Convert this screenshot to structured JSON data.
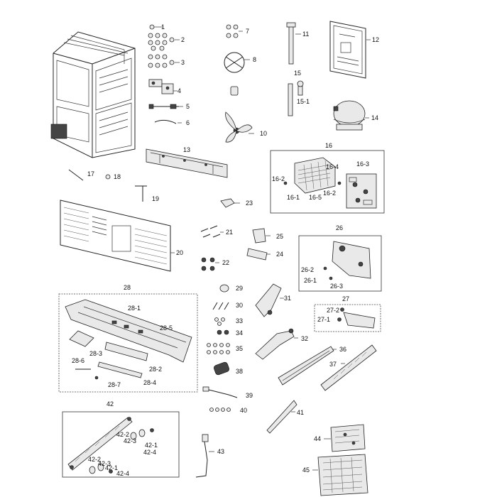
{
  "parts": {
    "p1": "1",
    "p2": "2",
    "p3": "3",
    "p4": "4",
    "p5": "5",
    "p6": "6",
    "p7": "7",
    "p8": "8",
    "p10": "10",
    "p11": "11",
    "p12": "12",
    "p13": "13",
    "p14": "14",
    "p15": "15",
    "p15_1": "15-1",
    "p16": "16",
    "p16_1": "16-1",
    "p16_2a": "16-2",
    "p16_2b": "16-2",
    "p16_3": "16-3",
    "p16_4": "16-4",
    "p16_5": "16-5",
    "p17": "17",
    "p18": "18",
    "p19": "19",
    "p20": "20",
    "p21": "21",
    "p22": "22",
    "p23": "23",
    "p24": "24",
    "p25": "25",
    "p26": "26",
    "p26_1": "26-1",
    "p26_2": "26-2",
    "p26_3": "26-3",
    "p27": "27",
    "p27_1": "27-1",
    "p27_2": "27-2",
    "p28": "28",
    "p28_1": "28-1",
    "p28_2": "28-2",
    "p28_3": "28-3",
    "p28_4": "28-4",
    "p28_5": "28-5",
    "p28_6": "28-6",
    "p28_7": "28-7",
    "p29": "29",
    "p30": "30",
    "p31": "31",
    "p32": "32",
    "p33": "33",
    "p34": "34",
    "p35": "35",
    "p36": "36",
    "p37": "37",
    "p38": "38",
    "p39": "39",
    "p40": "40",
    "p41": "41",
    "p42": "42",
    "p42_1a": "42-1",
    "p42_1b": "42-1",
    "p42_2a": "42-2",
    "p42_2b": "42-2",
    "p42_3a": "42-3",
    "p42_3b": "42-3",
    "p42_4a": "42-4",
    "p42_4b": "42-4",
    "p43": "43",
    "p44": "44",
    "p45": "45"
  }
}
